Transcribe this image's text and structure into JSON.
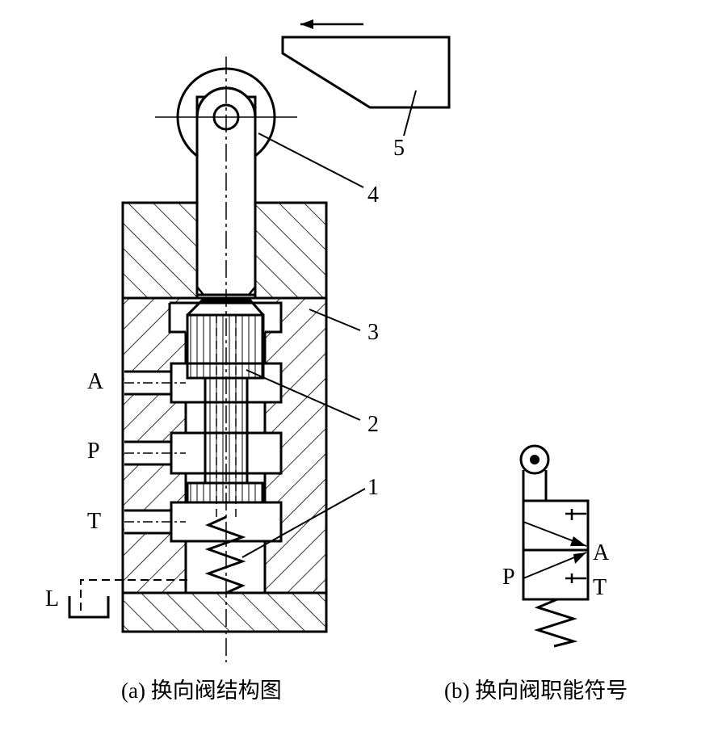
{
  "figure_a": {
    "caption": "(a) 换向阀结构图",
    "ports": {
      "a": "A",
      "p": "P",
      "t": "T",
      "l": "L"
    },
    "callouts": {
      "c1": "1",
      "c2": "2",
      "c3": "3",
      "c4": "4",
      "c5": "5"
    }
  },
  "figure_b": {
    "caption": "(b) 换向阀职能符号",
    "ports": {
      "a": "A",
      "p": "P",
      "t": "T"
    }
  }
}
